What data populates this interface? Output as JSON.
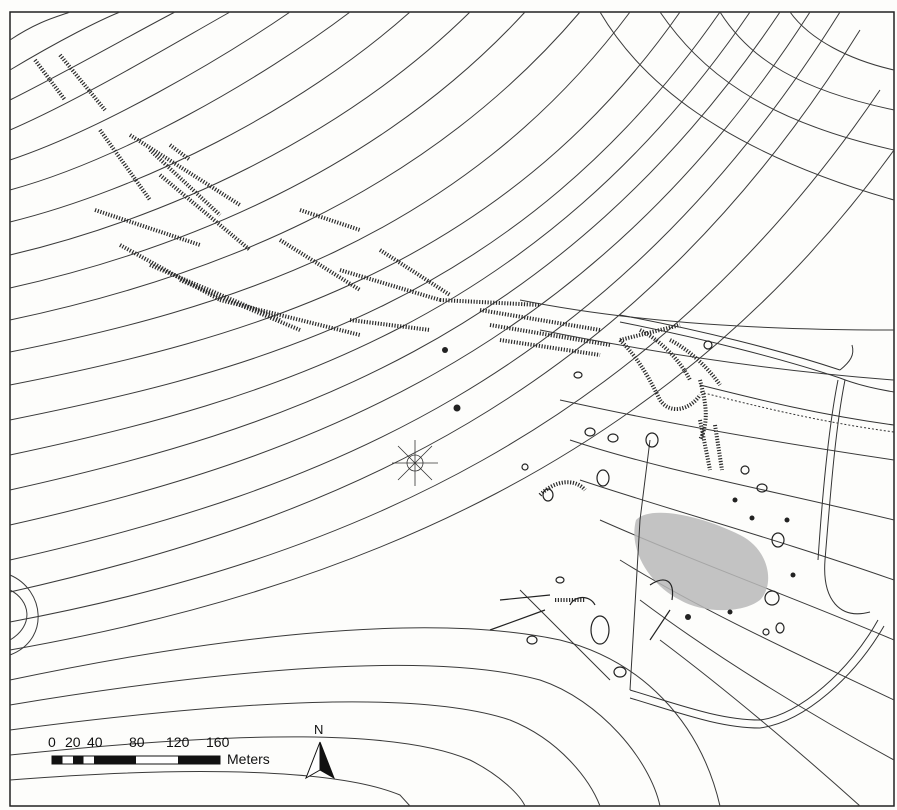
{
  "scale_bar": {
    "tick_labels": [
      "0",
      "20",
      "40",
      "80",
      "120",
      "160"
    ],
    "unit": "Meters"
  },
  "north_arrow": {
    "label": "N"
  },
  "colors": {
    "contour": "#3a3a3a",
    "shaded_area": "#b8b8b8",
    "background": "#fdfdfb"
  }
}
